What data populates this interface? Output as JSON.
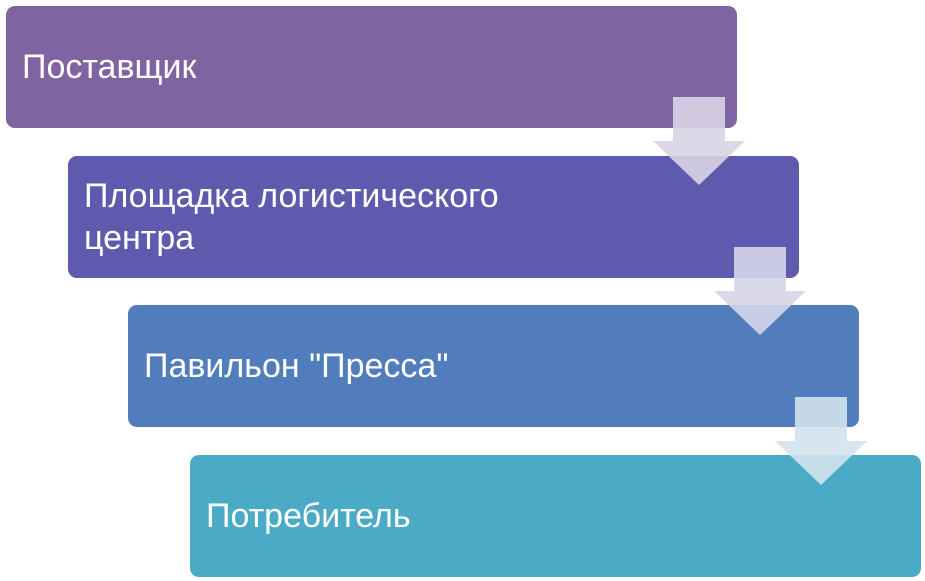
{
  "steps": [
    {
      "label": "Поставщик",
      "color": "#8063a1"
    },
    {
      "label": "Площадка логистического\nцентра",
      "color": "#5e5aad"
    },
    {
      "label": "Павильон \"Пресса\"",
      "color": "#527dbd"
    },
    {
      "label": "Потребитель",
      "color": "#4baac6"
    }
  ],
  "arrows": [
    {
      "icon": "down-arrow-icon",
      "color": "#d9d4e6"
    },
    {
      "icon": "down-arrow-icon",
      "color": "#d6d5e9"
    },
    {
      "icon": "down-arrow-icon",
      "color": "#d2e2ec"
    }
  ]
}
